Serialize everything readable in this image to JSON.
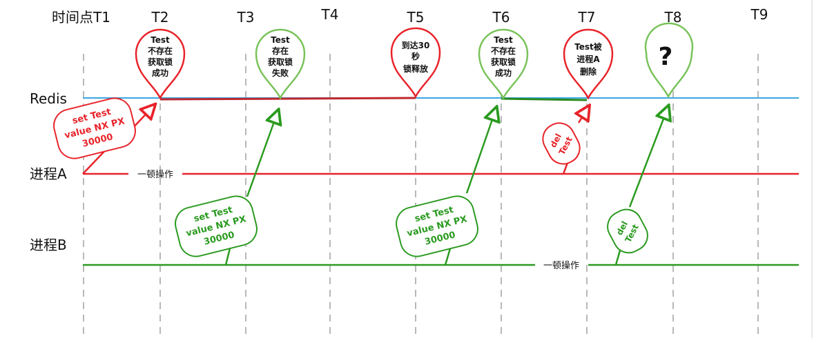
{
  "time_label": "时间点",
  "time_points": [
    "T1",
    "T2",
    "T3",
    "T4",
    "T5",
    "T6",
    "T7",
    "T8",
    "T9"
  ],
  "lanes": {
    "redis": "Redis",
    "process_a": "进程A",
    "process_b": "进程B"
  },
  "pins": [
    {
      "lines": [
        "Test",
        "不存在",
        "获取锁",
        "成功"
      ],
      "color": "red"
    },
    {
      "lines": [
        "Test",
        "存在",
        "获取锁",
        "失败"
      ],
      "color": "green"
    },
    {
      "lines": [
        "到达30",
        "秒",
        "锁释放"
      ],
      "color": "red"
    },
    {
      "lines": [
        "Test",
        "不存在",
        "获取锁",
        "成功"
      ],
      "color": "green"
    },
    {
      "lines": [
        "Test被",
        "进程A",
        "删除"
      ],
      "color": "red"
    },
    {
      "lines": [
        "?"
      ],
      "color": "green"
    }
  ],
  "commands": [
    {
      "lines": [
        "set  Test",
        "value NX  PX",
        "30000"
      ],
      "color": "red"
    },
    {
      "lines": [
        "set  Test",
        "value NX  PX",
        "30000"
      ],
      "color": "green"
    },
    {
      "lines": [
        "set  Test",
        "value NX  PX",
        "30000"
      ],
      "color": "green"
    },
    {
      "lines": [
        "del",
        "Test"
      ],
      "color": "red"
    },
    {
      "lines": [
        "del",
        "Test"
      ],
      "color": "green"
    }
  ],
  "operation_labels": {
    "process_a": "一顿操作",
    "process_b": "一顿操作"
  },
  "colors": {
    "red": "#e8232a",
    "green": "#2a9a1f",
    "pin_green": "#79c35a",
    "redis_line": "#3aa6e0",
    "dashed": "#b8b8b8"
  }
}
